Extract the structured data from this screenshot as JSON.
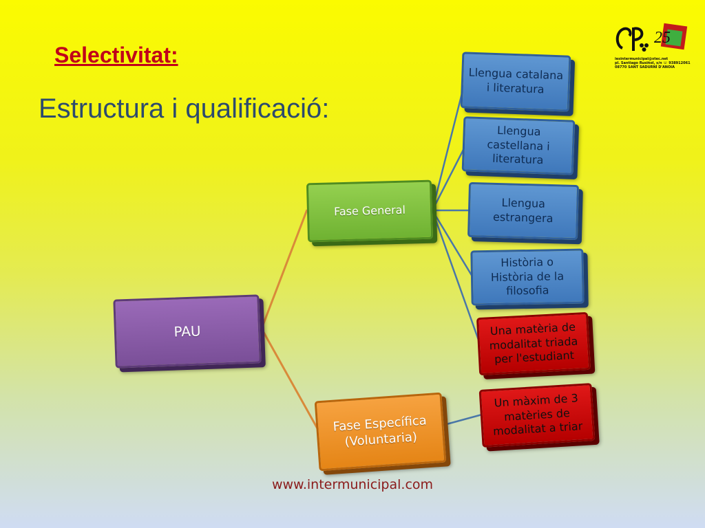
{
  "slide": {
    "title": "Selectivitat:",
    "subtitle": "Estructura i qualificació:",
    "footer_link": "www.intermunicipal.com"
  },
  "logo": {
    "mark": "25",
    "lines": [
      "iesintermunicipal@xtec.net",
      "pl. Santiago Rusiñol, s/n ☏ 938912061",
      "08770 SANT SADURNÍ D'ANOIA"
    ]
  },
  "diagram": {
    "root": {
      "label": "PAU",
      "color": "#7a4f98"
    },
    "general": {
      "label": "Fase General",
      "color": "#6fb232",
      "children": [
        {
          "label": "Llengua catalana\ni literatura",
          "color": "#3f78bb"
        },
        {
          "label": "Llengua\ncastellana i\nliteratura",
          "color": "#3f78bb"
        },
        {
          "label": "Llengua\nestrangera",
          "color": "#3f78bb"
        },
        {
          "label": "Història o\nHistòria de la\nfilosofia",
          "color": "#3f78bb"
        },
        {
          "label": "Una matèria de\nmodalitat triada\nper l'estudiant",
          "color": "#b50000"
        }
      ]
    },
    "specific": {
      "label": "Fase Específica\n(Voluntaria)",
      "color": "#e58516",
      "children": [
        {
          "label": "Un màxim de 3\nmatèries de\nmodalitat a triar",
          "color": "#b50000"
        }
      ]
    }
  }
}
